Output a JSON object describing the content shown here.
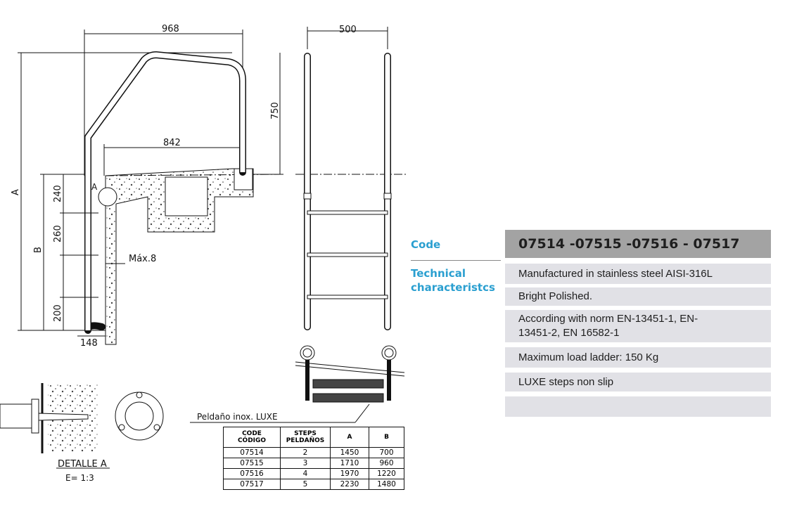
{
  "drawing": {
    "dim_top_width": "968",
    "dim_front_width": "500",
    "dim_rail_height": "750",
    "dim_reach": "842",
    "dim_A": "A",
    "dim_B": "B",
    "dim_240": "240",
    "dim_260": "260",
    "dim_200": "200",
    "dim_148": "148",
    "max_gap": "Máx.8",
    "detail_marker": "A",
    "detail_title": "DETALLE A",
    "detail_scale": "E= 1:3",
    "step_callout": "Peldaño inox. LUXE"
  },
  "table": {
    "headers": [
      [
        "CODE",
        "CÓDIGO"
      ],
      [
        "STEPS",
        "PELDAÑOS"
      ],
      [
        "A",
        ""
      ],
      [
        "B",
        ""
      ]
    ],
    "rows": [
      [
        "07514",
        "2",
        "1450",
        "700"
      ],
      [
        "07515",
        "3",
        "1710",
        "960"
      ],
      [
        "07516",
        "4",
        "1970",
        "1220"
      ],
      [
        "07517",
        "5",
        "2230",
        "1480"
      ]
    ]
  },
  "specs": {
    "code_label": "Code",
    "tech_label_1": "Technical",
    "tech_label_2": "characteristcs",
    "code_value": "07514 -07515 -07516 - 07517",
    "items": [
      "Manufactured in stainless steel AISI-316L",
      "Bright Polished.",
      "According with  norm EN-13451-1, EN-13451-2, EN 16582-1",
      "Maximum load ladder: 150 Kg",
      "LUXE steps non slip",
      ""
    ]
  },
  "colors": {
    "accent": "#2a9fd0",
    "code_bg": "#a3a3a3",
    "row_bg": "#e1e1e6"
  }
}
